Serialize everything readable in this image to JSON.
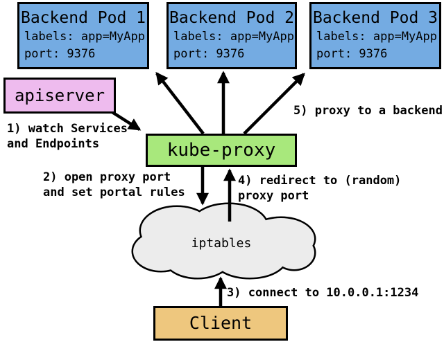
{
  "colors": {
    "pod_fill": "#74abe2",
    "apiserver_fill": "#eebbee",
    "kube_proxy_fill": "#a8e87c",
    "client_fill": "#eec77e",
    "cloud_fill": "#ececec",
    "border": "#000000",
    "arrow": "#000000"
  },
  "nodes": {
    "pods": [
      {
        "title": "Backend Pod 1",
        "labels": "labels: app=MyApp",
        "port": "port: 9376"
      },
      {
        "title": "Backend Pod 2",
        "labels": "labels: app=MyApp",
        "port": "port: 9376"
      },
      {
        "title": "Backend Pod 3",
        "labels": "labels: app=MyApp",
        "port": "port: 9376"
      }
    ],
    "apiserver": "apiserver",
    "kube_proxy": "kube-proxy",
    "iptables": "iptables",
    "client": "Client"
  },
  "annotations": {
    "step1": [
      "1) watch Services",
      "and Endpoints"
    ],
    "step2": [
      "2) open proxy port",
      "and set portal rules"
    ],
    "step3": [
      "3) connect to 10.0.0.1:1234"
    ],
    "step4": [
      "4) redirect to (random)",
      "proxy port"
    ],
    "step5": [
      "5) proxy to a backend"
    ]
  }
}
